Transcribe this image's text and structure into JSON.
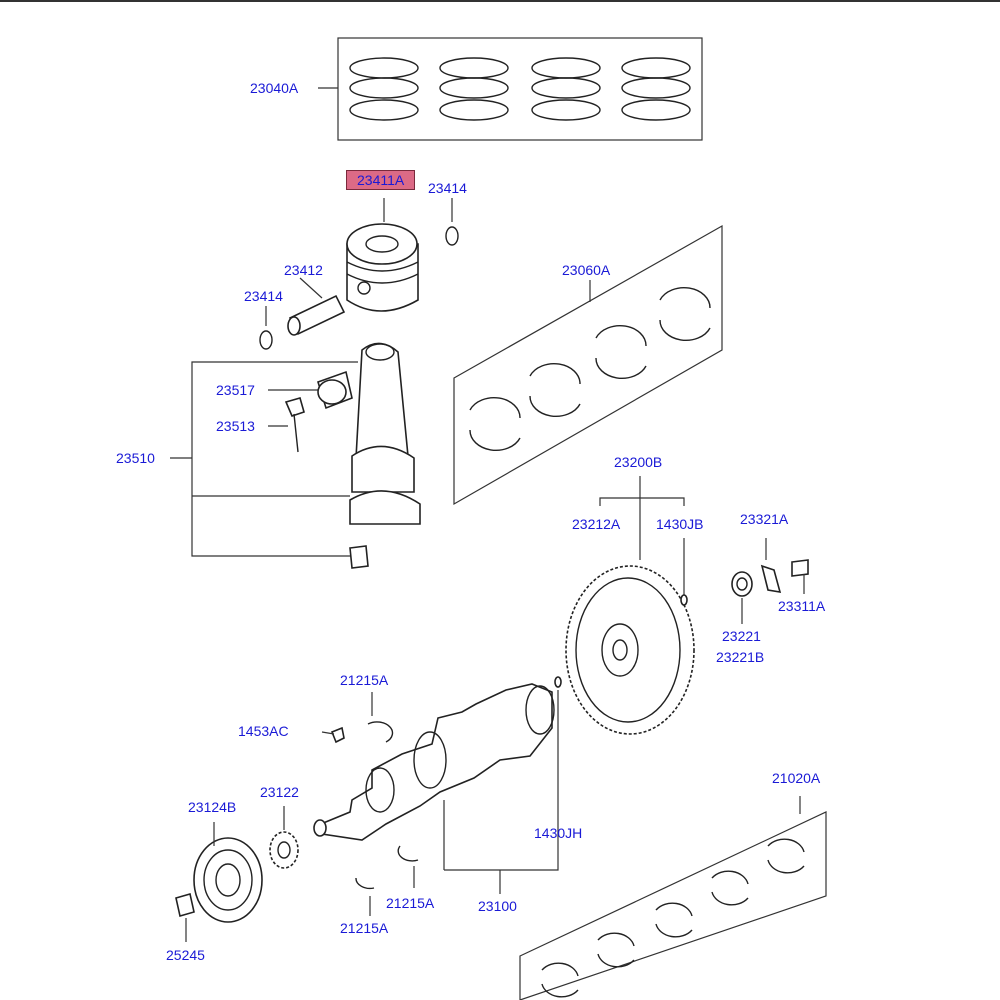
{
  "diagram": {
    "highlight_color": "#dc6a86",
    "label_color": "#1a1ad6",
    "labels": {
      "p23040A": "23040A",
      "p23411A": "23411A",
      "p23414_top": "23414",
      "p23412": "23412",
      "p23414_left": "23414",
      "p23060A": "23060A",
      "p23517": "23517",
      "p23513": "23513",
      "p23510": "23510",
      "p23200B": "23200B",
      "p23212A": "23212A",
      "p1430JB": "1430JB",
      "p23321A": "23321A",
      "p23311A": "23311A",
      "p23221": "23221",
      "p23221B": "23221B",
      "p21215A_top": "21215A",
      "p1453AC": "1453AC",
      "p23122": "23122",
      "p23124B": "23124B",
      "p21020A": "21020A",
      "p1430JH": "1430JH",
      "p21215A_mid": "21215A",
      "p23100": "23100",
      "p21215A_bottom": "21215A",
      "p25245": "25245"
    }
  }
}
